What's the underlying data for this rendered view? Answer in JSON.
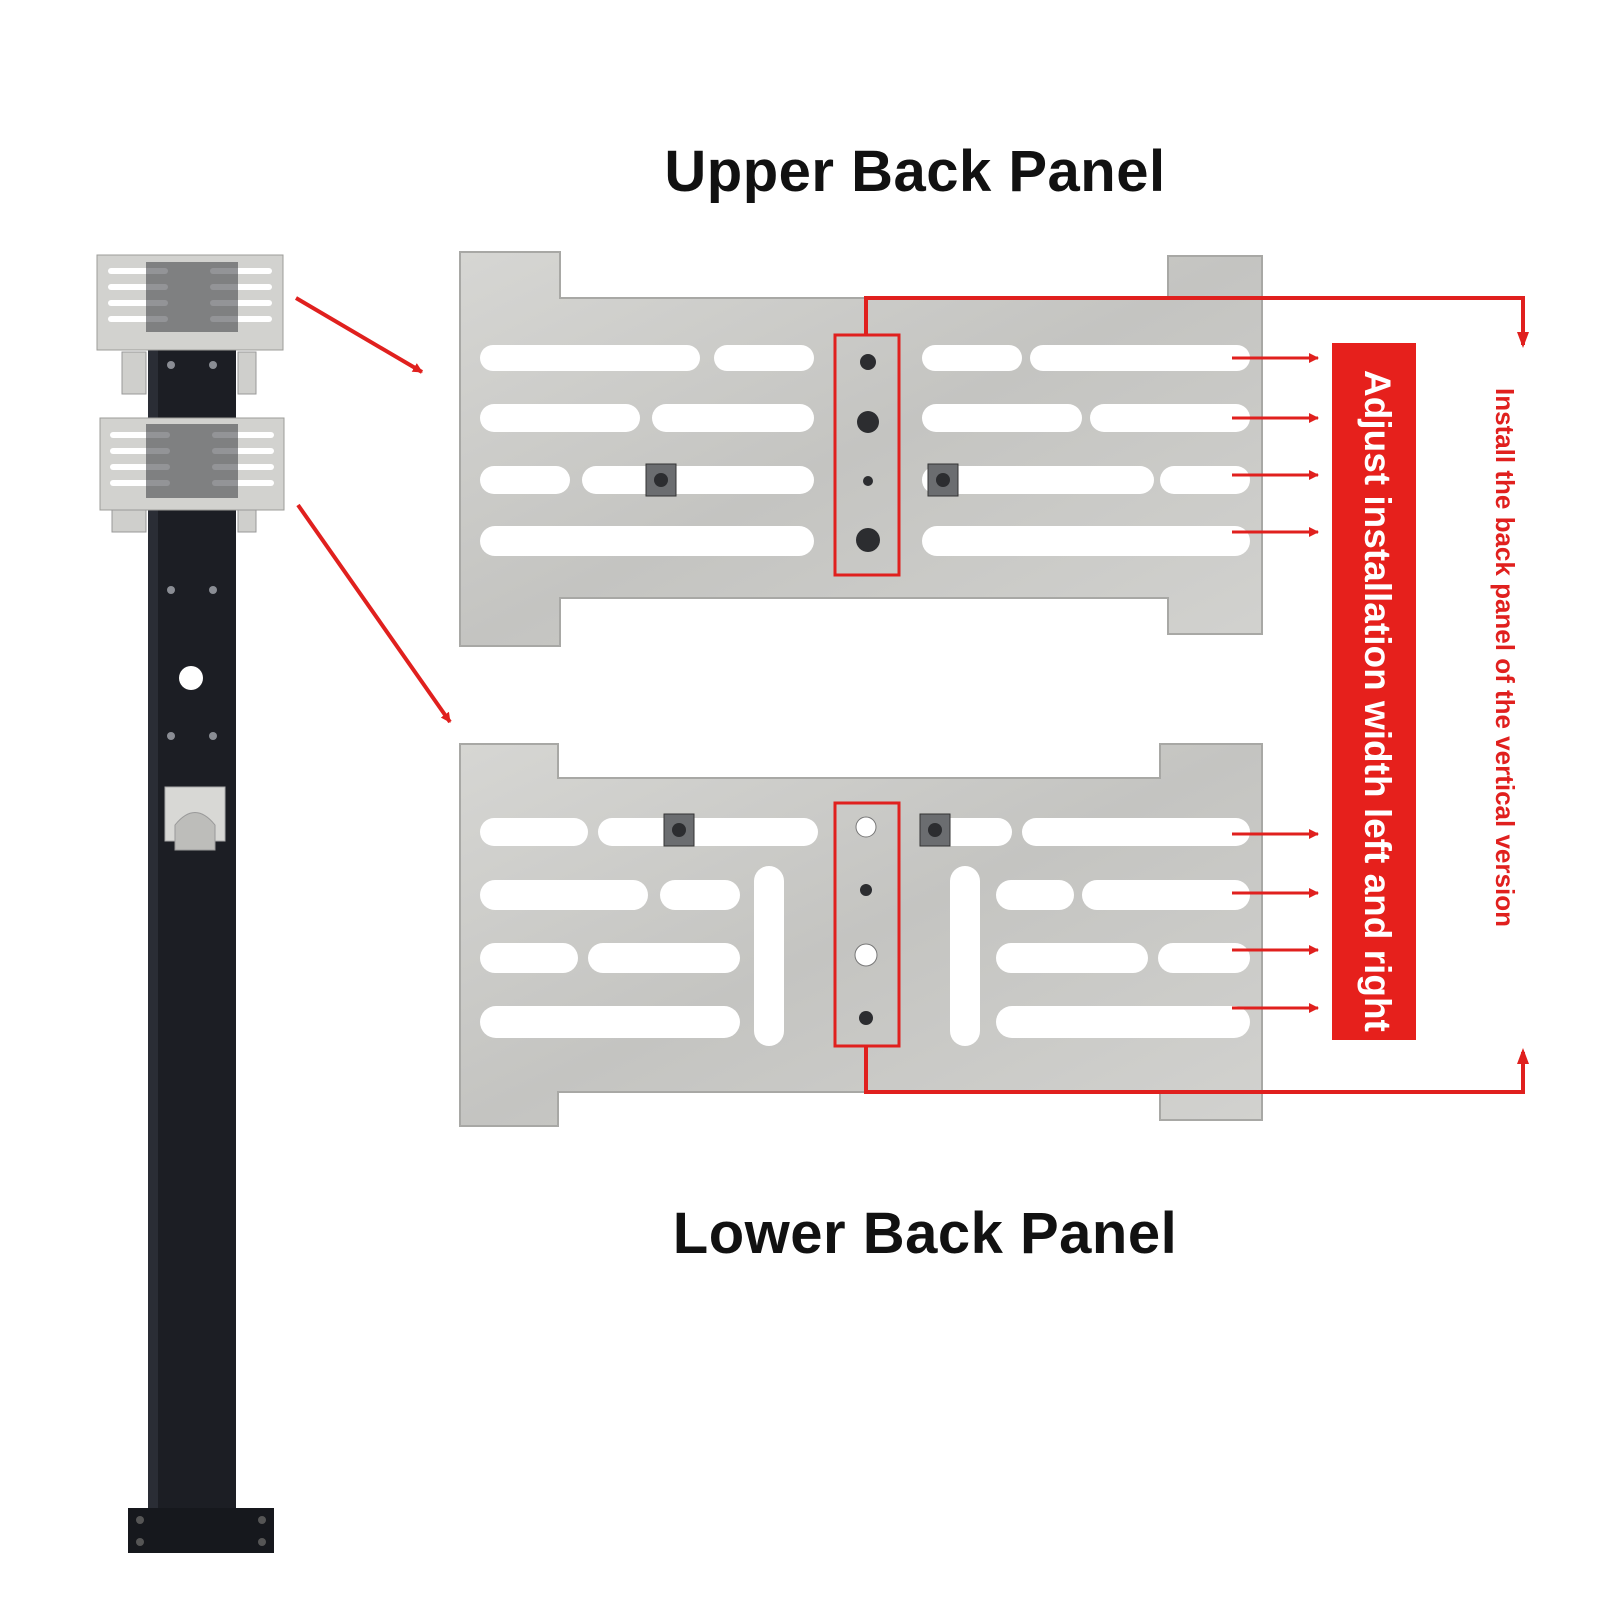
{
  "upper_panel": {
    "title": "Upper Back Panel"
  },
  "lower_panel": {
    "title": "Lower Back Panel"
  },
  "adjust_label": "Adjust installation width left and right",
  "install_label": "Install the back panel of the vertical version",
  "colors": {
    "annotation_red": "#e0201e",
    "badge_red": "#e6201c",
    "steel": "#c9c9c6",
    "post": "#1c1e24",
    "background": "#ffffff"
  }
}
